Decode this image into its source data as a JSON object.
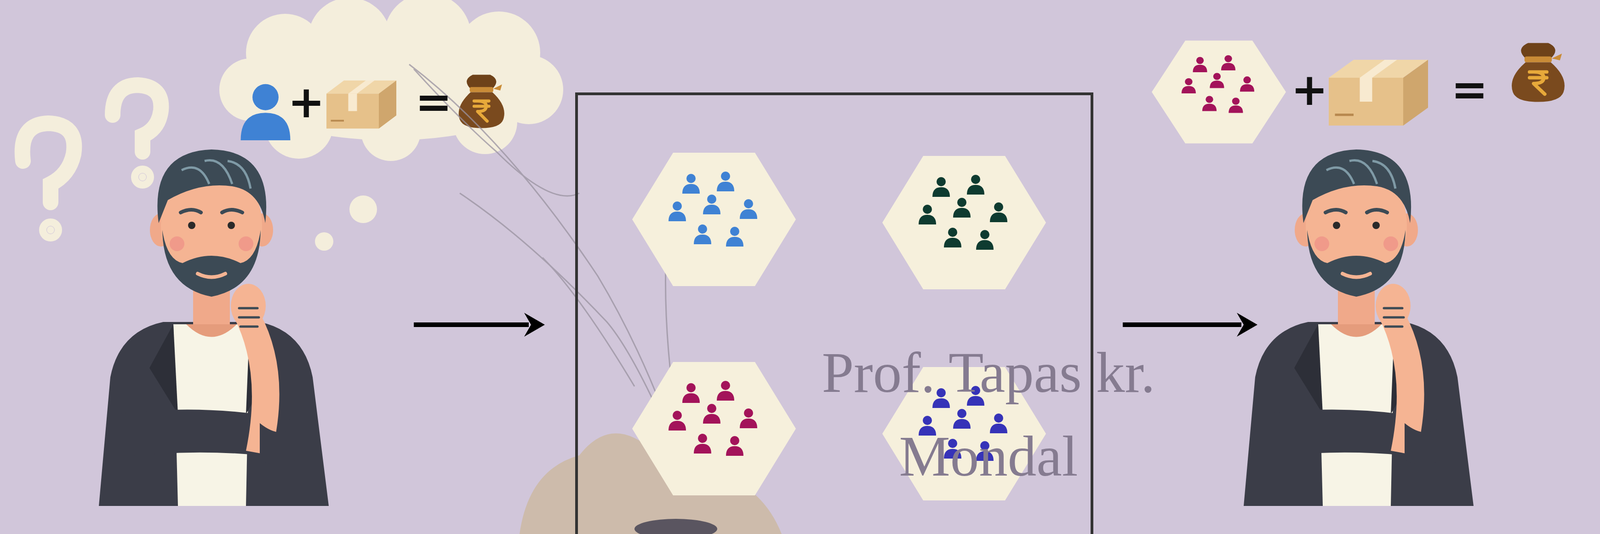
{
  "diagram": {
    "labels": [
      "+",
      "=",
      "Prof. Tapas kr. Mondal",
      "+",
      "="
    ]
  }
}
